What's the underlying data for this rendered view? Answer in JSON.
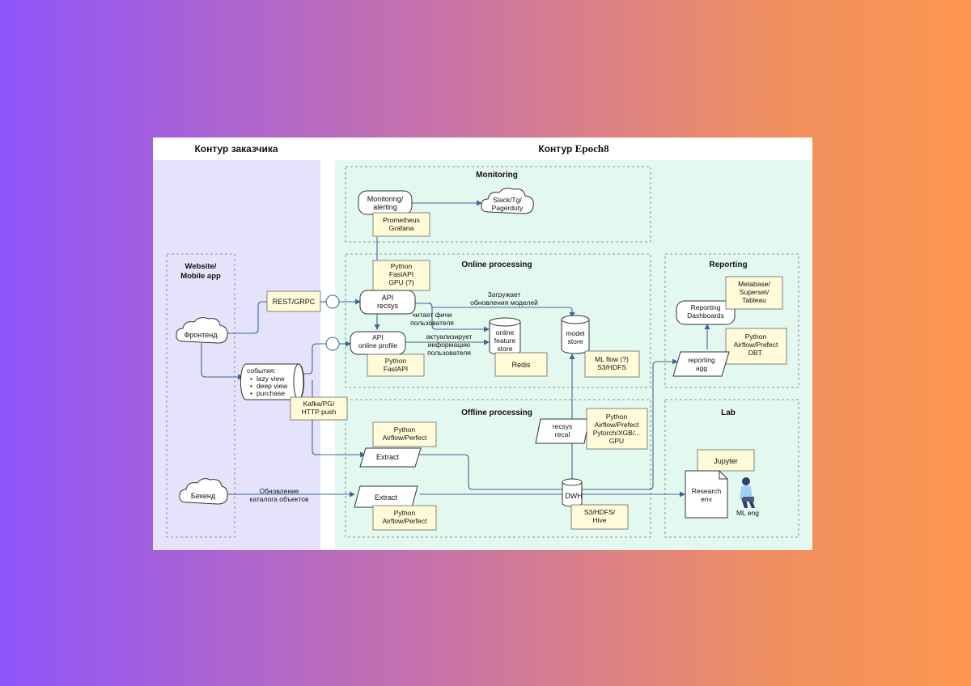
{
  "headers": {
    "customer": "Контур заказчика",
    "epoch_prefix": "Контур ",
    "epoch_brand": "Epoch8"
  },
  "sections": {
    "monitoring": "Monitoring",
    "online": "Online processing",
    "offline": "Offline processing",
    "reporting": "Reporting",
    "lab": "Lab",
    "website": [
      "Website/",
      "Mobile app"
    ]
  },
  "nodes": {
    "monitoring_alerting": [
      "Monitoring/",
      "alerting"
    ],
    "slack": [
      "Slack/Tg/",
      "Pagerduty"
    ],
    "frontend": "Фронтенд",
    "backend": "Бекенд",
    "api_recsys": [
      "API",
      "recsys"
    ],
    "api_online": [
      "API",
      "online profile"
    ],
    "online_store": [
      "online",
      "feature",
      "store"
    ],
    "model_store": [
      "model",
      "store"
    ],
    "events_title": "события:",
    "events": [
      "lazy view",
      "deep view",
      "purchase"
    ],
    "extract1": "Extract",
    "extract2": "Extract",
    "dwh": "DWH",
    "recsys_recal": [
      "recsys",
      "recal"
    ],
    "reporting_dash": [
      "Reporting",
      "Dashboards"
    ],
    "reporting_agg": [
      "reporting",
      "agg"
    ],
    "research": [
      "Research",
      "env"
    ],
    "ml_eng": "ML eng"
  },
  "tags": {
    "prometheus": [
      "Prometheus",
      "Grafana"
    ],
    "python_fastapi_gpu": [
      "Python",
      "FastAPI",
      "GPU (?)"
    ],
    "rest": "REST/GRPC",
    "python_fastapi": [
      "Python",
      "FastAPI"
    ],
    "redis": "Redis",
    "mlflow": [
      "ML flow (?)",
      "S3/HDFS"
    ],
    "kafka": [
      "Kafka/PG/",
      "HTTP push"
    ],
    "airflow1": [
      "Python",
      "Airflow/Perfect"
    ],
    "airflow2": [
      "Python",
      "Airflow/Perfect"
    ],
    "pytorch": [
      "Python",
      "Airflow/Prefect",
      "Pytorch/XGB/...",
      "GPU"
    ],
    "s3hive": [
      "S3/HDFS/",
      "Hive"
    ],
    "metabase": [
      "Metabase/",
      "Superset/",
      "Tableau"
    ],
    "airflow_dbt": [
      "Python",
      "Airflow/Prefect",
      "DBT."
    ],
    "jupyter": "Jupyter"
  },
  "edge_labels": {
    "loads": [
      "Загружает",
      "обновления моделей"
    ],
    "reads": [
      "читает фичи",
      "пользователя"
    ],
    "updates": [
      "актуализирует",
      "информацию",
      "пользователя"
    ],
    "catalog": [
      "Обновление",
      "каталога объектов"
    ]
  },
  "colors": {
    "left_bg": "#e4e3fb",
    "right_bg": "#e3f8ee",
    "tag_bg": "#fffbd9",
    "line": "#41669a",
    "dash": "#7a7a7a"
  }
}
